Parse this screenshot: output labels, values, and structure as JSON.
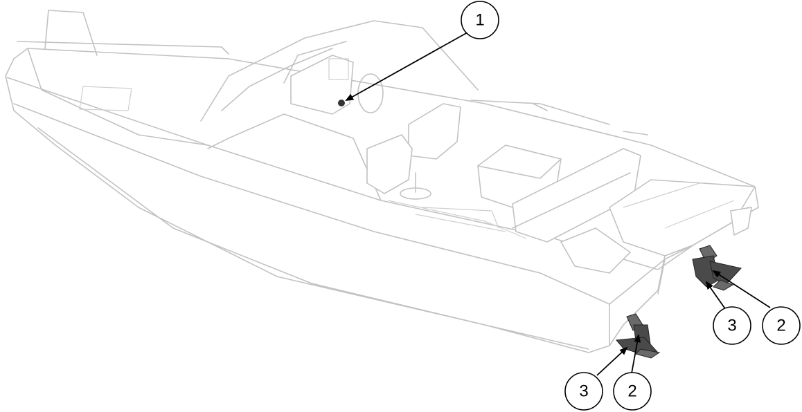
{
  "callouts": [
    {
      "id": "callout-1",
      "label": "1"
    },
    {
      "id": "callout-2-right",
      "label": "2"
    },
    {
      "id": "callout-3-right",
      "label": "3"
    },
    {
      "id": "callout-2-left",
      "label": "2"
    },
    {
      "id": "callout-3-left",
      "label": "3"
    }
  ],
  "colors": {
    "boat_outline": "#c2c2c2",
    "trim_tab": "#4a4a4a",
    "leader": "#000000"
  }
}
